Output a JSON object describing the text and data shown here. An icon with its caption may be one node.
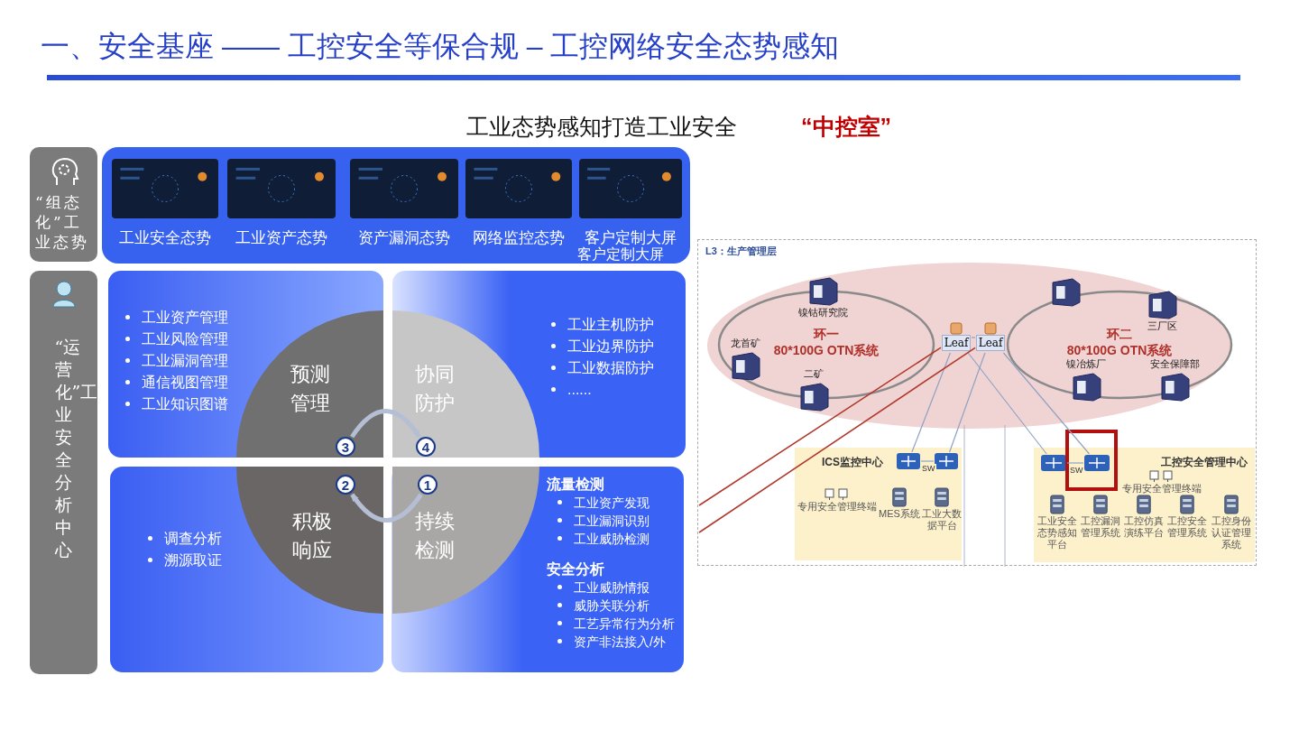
{
  "diagram": {
    "title": "一、安全基座 —— 工控安全等保合规 – 工控网络安全态势感知",
    "nodes": [
      {
        "text": [
          "“组态化”工业态势"
        ]
      },
      {
        "text": [],
        "shape": "box"
      },
      {
        "text": [
          "工业安全态势"
        ],
        "in": 1
      },
      {
        "text": [
          "工业资产态势"
        ],
        "in": 1
      },
      {
        "text": [
          "资产漏洞态势"
        ],
        "in": 1
      },
      {
        "text": [
          "网络监控态势"
        ],
        "in": 1
      },
      {
        "text": [
          "客户定制大屏"
        ],
        "in": 1
      },
      {
        "text": [
          "“运营化”工业安全分析中心"
        ]
      },
      {
        "text": [
          "工业资产管理",
          "工业风险管理",
          "工业漏洞管理",
          "通信视图管理",
          "工业知识图谱"
        ]
      },
      {
        "text": [
          "工业主机防护",
          "工业边界防护",
          "工业数据防护",
          "......"
        ]
      },
      {
        "text": [
          "调查分析",
          "溯源取证"
        ]
      },
      {
        "text": [
          "流量检测",
          "工业资产发现",
          "工业漏洞识别",
          "工业威胁检测",
          "安全分析",
          "工业威胁情报",
          "威胁关联分析",
          "工艺异常行为分析",
          "资产非法接入/外"
        ]
      },
      {
        "text": [
          "预测管理"
        ],
        "in": 8
      },
      {
        "text": [
          "协同防护"
        ],
        "in": 9
      },
      {
        "text": [
          "积极响应"
        ],
        "in": 10
      },
      {
        "text": [
          "持续检测"
        ],
        "in": 11
      },
      {
        "text": [
          "3"
        ],
        "in": 12
      },
      {
        "text": [
          "4"
        ],
        "in": 13
      },
      {
        "text": [
          "2"
        ],
        "in": 14
      },
      {
        "text": [
          "1"
        ],
        "in": 15
      },
      {
        "text": [
          "L3：生产管理层"
        ]
      },
      {
        "text": [
          "环一",
          "80*100G OTN系统"
        ],
        "in": 20
      },
      {
        "text": [
          "环二",
          "80*100G OTN系统"
        ],
        "in": 20
      },
      {
        "text": [],
        "shape": "picture",
        "beside": [
          "镍钴研究院"
        ],
        "in": 21
      },
      {
        "text": [],
        "shape": "picture",
        "beside": [
          "龙首矿"
        ],
        "in": 21
      },
      {
        "text": [],
        "shape": "picture",
        "beside": [
          "二矿"
        ],
        "in": 21
      },
      {
        "text": [],
        "shape": "picture",
        "in": 22
      },
      {
        "text": [],
        "shape": "picture",
        "beside": [
          "三厂区"
        ],
        "in": 22
      },
      {
        "text": [],
        "shape": "picture",
        "beside": [
          "镍冶炼厂"
        ],
        "in": 22
      },
      {
        "text": [],
        "shape": "picture",
        "beside": [
          "安全保障部"
        ],
        "in": 22
      },
      {
        "text": [
          "Leaf"
        ],
        "in": 20
      },
      {
        "text": [
          "Leaf"
        ],
        "in": 20
      },
      {
        "text": [
          "ICS监控中心"
        ],
        "in": 20
      },
      {
        "text": [],
        "shape": "picture",
        "in": 32
      },
      {
        "text": [],
        "shape": "picture",
        "in": 32
      },
      {
        "text": [],
        "shape": "picture",
        "beside": [
          "专用安全管理终端"
        ],
        "in": 32
      },
      {
        "text": [],
        "shape": "picture",
        "beside": [
          "MES系统"
        ],
        "in": 32
      },
      {
        "text": [],
        "shape": "picture",
        "beside": [
          "工业大数据平台"
        ],
        "in": 32
      },
      {
        "text": [
          "工控安全管理中心"
        ],
        "in": 20
      },
      {
        "text": [],
        "shape": "picture",
        "in": 38
      },
      {
        "text": [],
        "shape": "picture",
        "in": 38
      },
      {
        "text": [],
        "shape": "picture",
        "beside": [
          "专用安全管理终端"
        ],
        "in": 38
      },
      {
        "text": [],
        "shape": "picture",
        "beside": [
          "工业安全态势感知平台"
        ],
        "in": 38
      },
      {
        "text": [],
        "shape": "picture",
        "beside": [
          "工控漏洞管理系统"
        ],
        "in": 38
      },
      {
        "text": [],
        "shape": "picture",
        "beside": [
          "工控仿真演练平台"
        ],
        "in": 38
      },
      {
        "text": [],
        "shape": "picture",
        "beside": [
          "工控安全管理系统"
        ],
        "in": 38
      },
      {
        "text": [],
        "shape": "picture",
        "beside": [
          "工控身份认证管理系统"
        ],
        "in": 38
      }
    ],
    "edges": [
      {
        "from": 16,
        "to": 17,
        "arrow": "to",
        "style": "thick"
      },
      {
        "from": 19,
        "to": 18,
        "arrow": "to",
        "style": "thick"
      },
      {
        "from": 30,
        "to": 31,
        "arrow": "none"
      },
      {
        "from": 30,
        "to": 33,
        "arrow": "none"
      },
      {
        "from": 31,
        "to": 34,
        "arrow": "none"
      },
      {
        "from": 30,
        "to": 39,
        "arrow": "none"
      },
      {
        "from": 31,
        "to": 40,
        "arrow": "none"
      },
      {
        "from": 33,
        "to": 34,
        "arrow": "none",
        "label": "SW"
      },
      {
        "from": 39,
        "to": 40,
        "arrow": "none",
        "label": "SW"
      },
      {
        "from": null,
        "to": 30,
        "arrow": "none",
        "color": "#b03a2e"
      },
      {
        "from": null,
        "to": 31,
        "arrow": "none",
        "color": "#b03a2e"
      }
    ],
    "labels": [
      "工业态势感知打造工业安全",
      "“中控室”",
      "客户定制大屏"
    ]
  }
}
